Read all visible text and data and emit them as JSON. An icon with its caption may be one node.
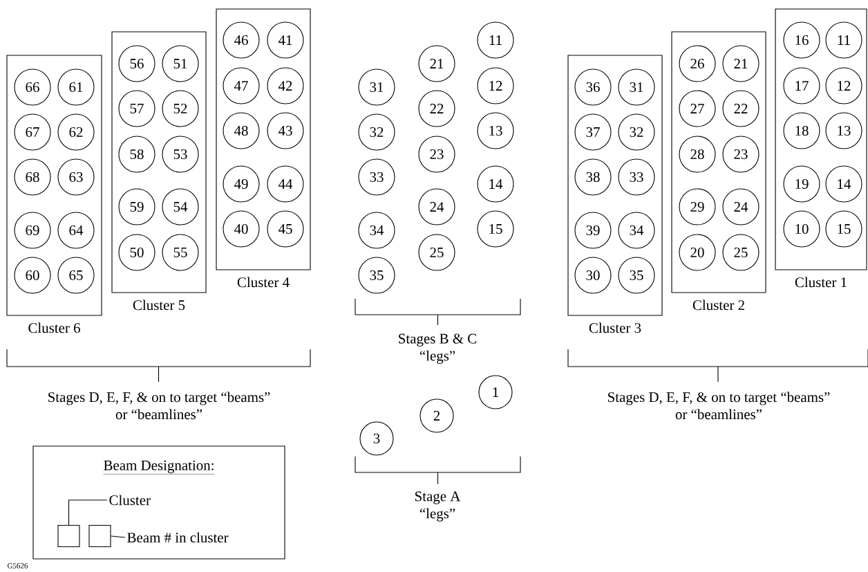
{
  "diagram": {
    "nodes": [
      {
        "text": [
          "Cluster 6"
        ]
      },
      {
        "text": [
          "66"
        ],
        "in": 0
      },
      {
        "text": [
          "61"
        ],
        "in": 0
      },
      {
        "text": [
          "67"
        ],
        "in": 0
      },
      {
        "text": [
          "62"
        ],
        "in": 0
      },
      {
        "text": [
          "68"
        ],
        "in": 0
      },
      {
        "text": [
          "63"
        ],
        "in": 0
      },
      {
        "text": [
          "69"
        ],
        "in": 0
      },
      {
        "text": [
          "64"
        ],
        "in": 0
      },
      {
        "text": [
          "60"
        ],
        "in": 0
      },
      {
        "text": [
          "65"
        ],
        "in": 0
      },
      {
        "text": [
          "Cluster 5"
        ]
      },
      {
        "text": [
          "56"
        ],
        "in": 11
      },
      {
        "text": [
          "51"
        ],
        "in": 11
      },
      {
        "text": [
          "57"
        ],
        "in": 11
      },
      {
        "text": [
          "52"
        ],
        "in": 11
      },
      {
        "text": [
          "58"
        ],
        "in": 11
      },
      {
        "text": [
          "53"
        ],
        "in": 11
      },
      {
        "text": [
          "59"
        ],
        "in": 11
      },
      {
        "text": [
          "54"
        ],
        "in": 11
      },
      {
        "text": [
          "50"
        ],
        "in": 11
      },
      {
        "text": [
          "55"
        ],
        "in": 11
      },
      {
        "text": [
          "Cluster 4"
        ]
      },
      {
        "text": [
          "46"
        ],
        "in": 22
      },
      {
        "text": [
          "41"
        ],
        "in": 22
      },
      {
        "text": [
          "47"
        ],
        "in": 22
      },
      {
        "text": [
          "42"
        ],
        "in": 22
      },
      {
        "text": [
          "48"
        ],
        "in": 22
      },
      {
        "text": [
          "43"
        ],
        "in": 22
      },
      {
        "text": [
          "49"
        ],
        "in": 22
      },
      {
        "text": [
          "44"
        ],
        "in": 22
      },
      {
        "text": [
          "40"
        ],
        "in": 22
      },
      {
        "text": [
          "45"
        ],
        "in": 22
      },
      {
        "text": [
          "31"
        ]
      },
      {
        "text": [
          "32"
        ]
      },
      {
        "text": [
          "33"
        ]
      },
      {
        "text": [
          "34"
        ]
      },
      {
        "text": [
          "35"
        ]
      },
      {
        "text": [
          "21"
        ]
      },
      {
        "text": [
          "22"
        ]
      },
      {
        "text": [
          "23"
        ]
      },
      {
        "text": [
          "24"
        ]
      },
      {
        "text": [
          "25"
        ]
      },
      {
        "text": [
          "11"
        ]
      },
      {
        "text": [
          "12"
        ]
      },
      {
        "text": [
          "13"
        ]
      },
      {
        "text": [
          "14"
        ]
      },
      {
        "text": [
          "15"
        ]
      },
      {
        "text": [
          "Cluster 3"
        ]
      },
      {
        "text": [
          "36"
        ],
        "in": 48
      },
      {
        "text": [
          "31"
        ],
        "in": 48
      },
      {
        "text": [
          "37"
        ],
        "in": 48
      },
      {
        "text": [
          "32"
        ],
        "in": 48
      },
      {
        "text": [
          "38"
        ],
        "in": 48
      },
      {
        "text": [
          "33"
        ],
        "in": 48
      },
      {
        "text": [
          "39"
        ],
        "in": 48
      },
      {
        "text": [
          "34"
        ],
        "in": 48
      },
      {
        "text": [
          "30"
        ],
        "in": 48
      },
      {
        "text": [
          "35"
        ],
        "in": 48
      },
      {
        "text": [
          "Cluster 2"
        ]
      },
      {
        "text": [
          "26"
        ],
        "in": 59
      },
      {
        "text": [
          "21"
        ],
        "in": 59
      },
      {
        "text": [
          "27"
        ],
        "in": 59
      },
      {
        "text": [
          "22"
        ],
        "in": 59
      },
      {
        "text": [
          "28"
        ],
        "in": 59
      },
      {
        "text": [
          "23"
        ],
        "in": 59
      },
      {
        "text": [
          "29"
        ],
        "in": 59
      },
      {
        "text": [
          "24"
        ],
        "in": 59
      },
      {
        "text": [
          "20"
        ],
        "in": 59
      },
      {
        "text": [
          "25"
        ],
        "in": 59
      },
      {
        "text": [
          "Cluster 1"
        ]
      },
      {
        "text": [
          "16"
        ],
        "in": 70
      },
      {
        "text": [
          "11"
        ],
        "in": 70
      },
      {
        "text": [
          "17"
        ],
        "in": 70
      },
      {
        "text": [
          "12"
        ],
        "in": 70
      },
      {
        "text": [
          "18"
        ],
        "in": 70
      },
      {
        "text": [
          "13"
        ],
        "in": 70
      },
      {
        "text": [
          "19"
        ],
        "in": 70
      },
      {
        "text": [
          "14"
        ],
        "in": 70
      },
      {
        "text": [
          "10"
        ],
        "in": 70
      },
      {
        "text": [
          "15"
        ],
        "in": 70
      },
      {
        "text": [
          "3"
        ]
      },
      {
        "text": [
          "2"
        ]
      },
      {
        "text": [
          "1"
        ]
      },
      {
        "text": [
          "Beam Designation:"
        ]
      },
      {
        "text": [
          "Cluster"
        ],
        "in": 84
      },
      {
        "text": [],
        "shape": "box",
        "in": 84
      },
      {
        "text": [],
        "shape": "box",
        "in": 84
      },
      {
        "text": [
          "Beam # in cluster"
        ],
        "in": 84
      }
    ],
    "edges": [
      {
        "from": 85,
        "to": 86,
        "arrow": "none"
      },
      {
        "from": 88,
        "to": 87,
        "arrow": "none"
      }
    ],
    "labels": [
      "Stages B & C “legs”",
      "Stages D, E, F, & on to target “beams” or “beamlines”",
      "Stages D, E, F, & on to target “beams” or “beamlines”",
      "Stage A “legs”",
      "G5626"
    ]
  }
}
